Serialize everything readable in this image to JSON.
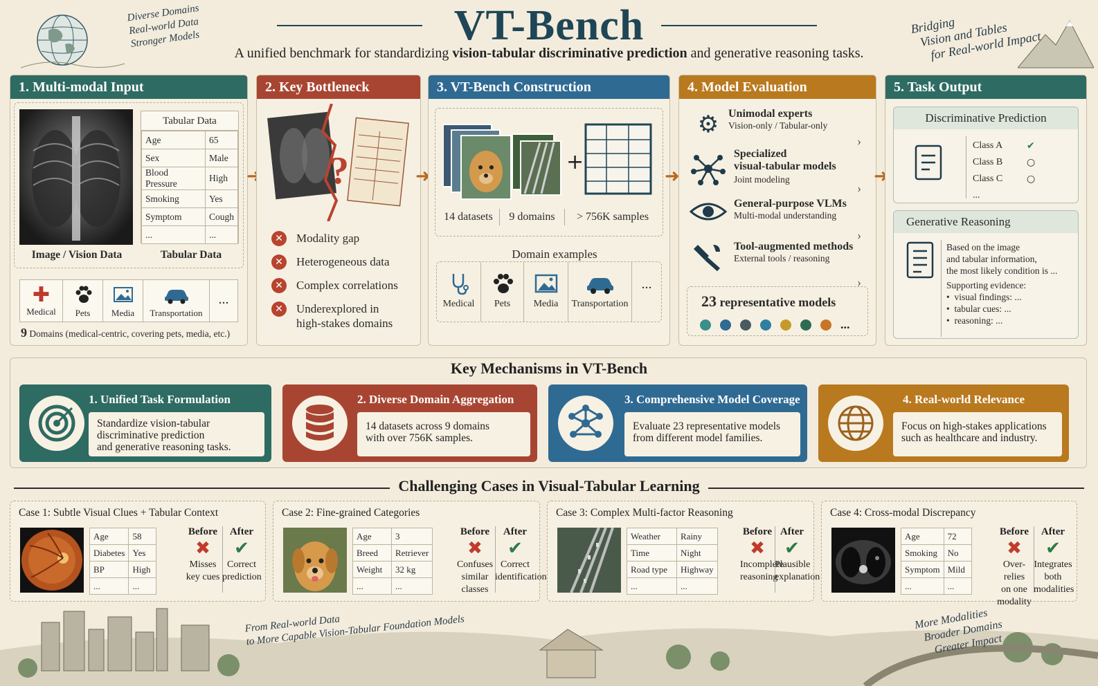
{
  "header": {
    "title": "VT-Bench",
    "subtitle_pre": "A unified benchmark for standardizing ",
    "subtitle_bold": "vision-tabular discriminative prediction",
    "subtitle_post": " and generative reasoning tasks.",
    "left_corner": [
      "Diverse Domains",
      "Real-world Data",
      "Stronger Models"
    ],
    "right_corner": [
      "Bridging",
      "Vision and Tables",
      "for Real-world Impact"
    ]
  },
  "panel1": {
    "title": "1.  Multi-modal Input",
    "table_title": "Tabular Data",
    "rows": [
      [
        "Age",
        "65"
      ],
      [
        "Sex",
        "Male"
      ],
      [
        "Blood Pressure",
        "High"
      ],
      [
        "Smoking",
        "Yes"
      ],
      [
        "Symptom",
        "Cough"
      ],
      [
        "...",
        "..."
      ]
    ],
    "image_label": "Image / Vision Data",
    "table_label": "Tabular Data",
    "domains": [
      "Medical",
      "Pets",
      "Media",
      "Transportation",
      "..."
    ],
    "domains_num": "9",
    "domains_text": " Domains (medical-centric, covering pets, media, etc.)"
  },
  "panel2": {
    "title": "2.  Key Bottleneck",
    "items": [
      "Modality gap",
      "Heterogeneous data",
      "Complex correlations",
      "Underexplored in",
      "high-stakes domains"
    ]
  },
  "panel3": {
    "title": "3.  VT-Bench Construction",
    "stats": [
      "14 datasets",
      "9 domains",
      "> 756K samples"
    ],
    "domain_title": "Domain examples",
    "domains": [
      "Medical",
      "Pets",
      "Media",
      "Transportation",
      "..."
    ]
  },
  "panel4": {
    "title": "4.  Model Evaluation",
    "models": [
      {
        "name": "Unimodal experts",
        "desc": "Vision-only / Tabular-only"
      },
      {
        "name": "Specialized",
        "name2": "visual-tabular models",
        "desc": "Joint modeling"
      },
      {
        "name": "General-purpose VLMs",
        "desc": "Multi-modal understanding"
      },
      {
        "name": "Tool-augmented methods",
        "desc": "External tools / reasoning"
      }
    ],
    "count_num": "23",
    "count_text": "representative models",
    "dot_colors": [
      "#3a8f8a",
      "#2f6a93",
      "#4a5a63",
      "#2f7fa0",
      "#c69a2a",
      "#2e6b52",
      "#c87528"
    ]
  },
  "panel5": {
    "title": "5.  Task Output",
    "disc_title": "Discriminative Prediction",
    "classes": [
      "Class A",
      "Class B",
      "Class C",
      "..."
    ],
    "gen_title": "Generative Reasoning",
    "gen_lines": [
      "Based on the image",
      "and tabular information,",
      "the most likely condition is ..."
    ],
    "evidence_title": "Supporting evidence:",
    "evidence": [
      "visual findings: ...",
      "tabular cues: ...",
      "reasoning: ..."
    ]
  },
  "mechanisms": {
    "title": "Key Mechanisms in VT-Bench",
    "items": [
      {
        "title": "1. Unified Task Formulation",
        "lines": [
          "Standardize vision-tabular",
          "discriminative prediction",
          "and generative reasoning tasks."
        ]
      },
      {
        "title": "2. Diverse Domain Aggregation",
        "lines": [
          "14 datasets across 9 domains",
          "with over 756K samples."
        ]
      },
      {
        "title": "3. Comprehensive Model Coverage",
        "lines": [
          "Evaluate 23 representative models",
          "from different model families."
        ]
      },
      {
        "title": "4. Real-world Relevance",
        "lines": [
          "Focus on high-stakes applications",
          "such as healthcare and industry."
        ]
      }
    ]
  },
  "cases": {
    "title": "Challenging Cases in Visual-Tabular Learning",
    "before_label": "Before",
    "after_label": "After",
    "items": [
      {
        "title": "Case 1: Subtle Visual Clues + Tabular Context",
        "rows": [
          [
            "Age",
            "58"
          ],
          [
            "Diabetes",
            "Yes"
          ],
          [
            "BP",
            "High"
          ],
          [
            "...",
            "..."
          ]
        ],
        "before": [
          "Misses",
          "key cues"
        ],
        "after": [
          "Correct",
          "prediction"
        ]
      },
      {
        "title": "Case 2: Fine-grained Categories",
        "rows": [
          [
            "Age",
            "3"
          ],
          [
            "Breed",
            "Retriever"
          ],
          [
            "Weight",
            "32 kg"
          ],
          [
            "...",
            "..."
          ]
        ],
        "before": [
          "Confuses",
          "similar classes"
        ],
        "after": [
          "Correct",
          "identification"
        ]
      },
      {
        "title": "Case 3: Complex Multi-factor Reasoning",
        "rows": [
          [
            "Weather",
            "Rainy"
          ],
          [
            "Time",
            "Night"
          ],
          [
            "Road type",
            "Highway"
          ],
          [
            "...",
            "..."
          ]
        ],
        "before": [
          "Incomplete",
          "reasoning"
        ],
        "after": [
          "Plausible",
          "explanation"
        ]
      },
      {
        "title": "Case 4: Cross-modal Discrepancy",
        "rows": [
          [
            "Age",
            "72"
          ],
          [
            "Smoking",
            "No"
          ],
          [
            "Symptom",
            "Mild"
          ],
          [
            "...",
            "..."
          ]
        ],
        "before": [
          "Over-relies",
          "on one modality"
        ],
        "after": [
          "Integrates",
          "both modalities"
        ]
      }
    ]
  },
  "footer": {
    "left": [
      "From Real-world Data",
      "to More Capable Vision-Tabular Foundation Models"
    ],
    "right": [
      "More Modalities",
      "Broader Domains",
      "Greater Impact"
    ]
  }
}
